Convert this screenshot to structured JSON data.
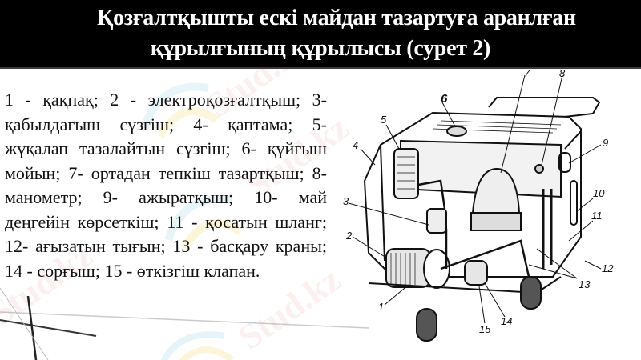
{
  "slide": {
    "title_line1": "Қозғалтқышты ескі майдан тазартуға аранлған",
    "title_line2": "құрылғының құрылысы (сурет 2)",
    "legend_text": "1 - қақпақ; 2 - электроқозғалтқыш; 3- қабылдағыш сүзгіш; 4- қаптама; 5- жұқалап тазалайтын сүзгіш; 6- құйғыш мойын; 7- ортадан тепкіш тазартқыш; 8- манометр; 9- ажыратқыш; 10- май деңгейін көрсеткіш; 11 - қосатын шланг; 12- ағызатын тығын; 13 - басқару краны; 14 - сорғыш; 15 - өткізгіш клапан.",
    "figure_labels": [
      "1",
      "2",
      "3",
      "4",
      "5",
      "6",
      "7",
      "8",
      "9",
      "10",
      "11",
      "12",
      "13",
      "14",
      "15"
    ],
    "watermark": "Stud.kz"
  }
}
